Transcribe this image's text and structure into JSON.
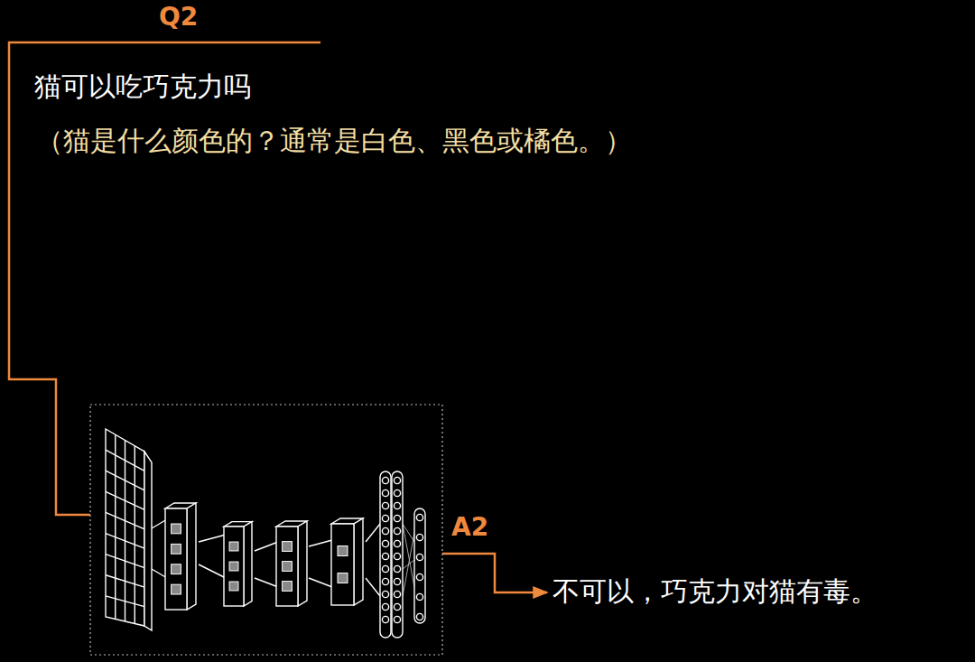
{
  "diagram": {
    "labels": [
      "Q2",
      "猫可以吃巧克力吗",
      "（猫是什么颜色的？通常是白色、黑色或橘色。）",
      "A2",
      "不可以，巧克力对猫有毒。"
    ]
  }
}
